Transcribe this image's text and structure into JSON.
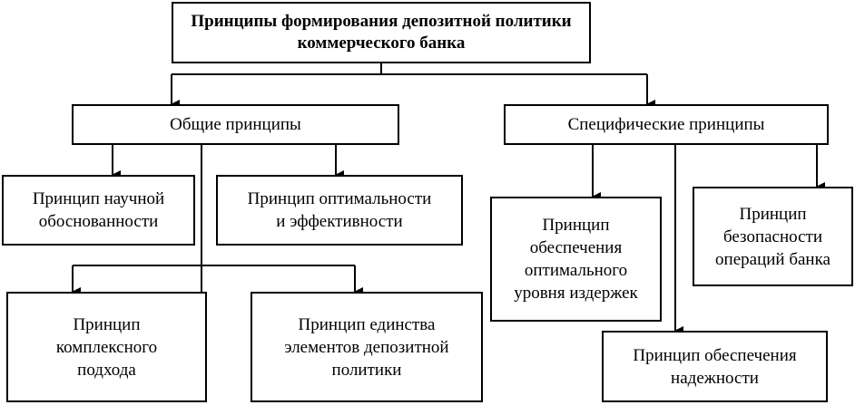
{
  "diagram": {
    "title": "Принципы формирования депозитной политики\nкоммерческого банка",
    "general": "Общие принципы",
    "specific": "Специфические принципы",
    "general_children": [
      "Принцип научной\nобоснованности",
      "Принцип оптимальности\nи эффективности",
      "Принцип\nкомплексного\nподхода",
      "Принцип единства\nэлементов депозитной\nполитики"
    ],
    "specific_children": [
      "Принцип\nобеспечения\nоптимального\nуровня издержек",
      "Принцип\nбезопасности\nопераций банка",
      "Принцип обеспечения\nнадежности"
    ]
  }
}
